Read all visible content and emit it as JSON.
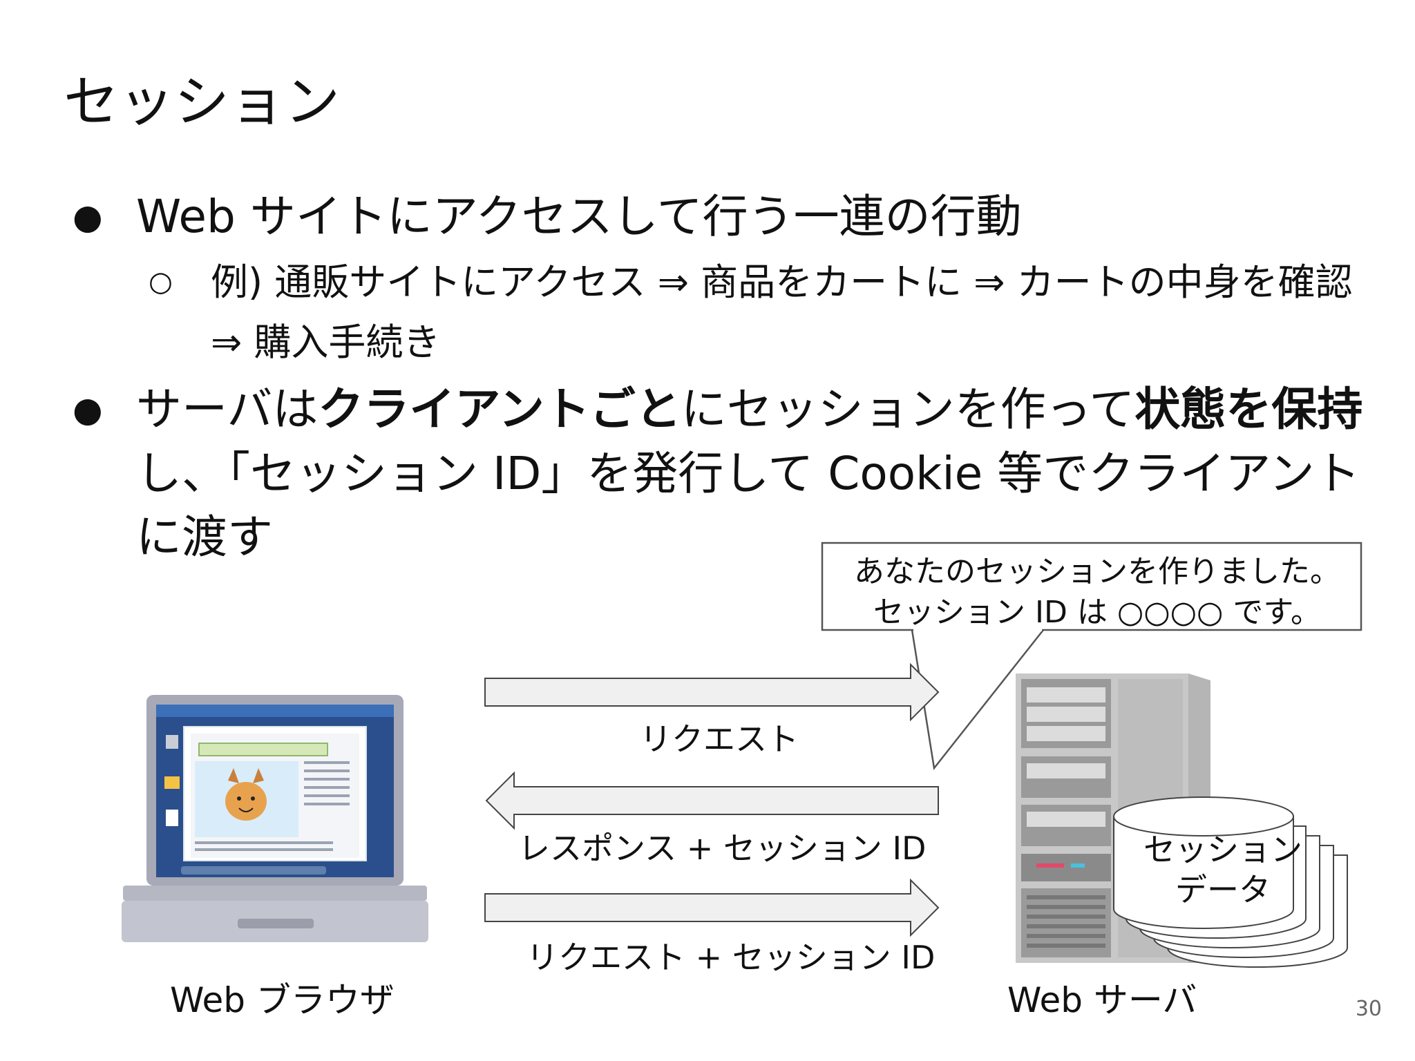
{
  "slide": {
    "title": "セッション",
    "page_number": "30"
  },
  "bullets": [
    {
      "marker": "●",
      "segments": [
        {
          "text": "Web サイトにアクセスして行う一連の行動",
          "bold": false
        }
      ]
    },
    {
      "marker": "●",
      "segments": [
        {
          "text": "サーバは",
          "bold": false
        },
        {
          "text": "クライアントごと",
          "bold": true
        },
        {
          "text": "にセッションを作って",
          "bold": false
        },
        {
          "text": "状態を保持",
          "bold": true
        },
        {
          "text": "し、「セッション ID」を発行して Cookie 等でクライアントに渡す",
          "bold": false
        }
      ]
    }
  ],
  "sub_bullet": {
    "marker": "○",
    "text": "例) 通販サイトにアクセス ⇒ 商品をカートに ⇒ カートの中身を確認 ⇒ 購入手続き"
  },
  "diagram": {
    "callout": {
      "line1": "あなたのセッションを作りました。",
      "line2": "セッション ID は ○○○○ です。"
    },
    "arrows": {
      "request": "リクエスト",
      "response": "レスポンス + セッション ID",
      "request_with_id": "リクエスト + セッション ID"
    },
    "client_label": "Web ブラウザ",
    "server_label": "Web サーバ",
    "datastore": {
      "line1": "セッション",
      "line2": "データ"
    }
  },
  "colors": {
    "arrow_fill": "#f0f0f0",
    "arrow_stroke": "#444444",
    "screen_blue": "#2f62a8",
    "laptop_body": "#a7a9b6",
    "server_body": "#b5b5b5"
  }
}
